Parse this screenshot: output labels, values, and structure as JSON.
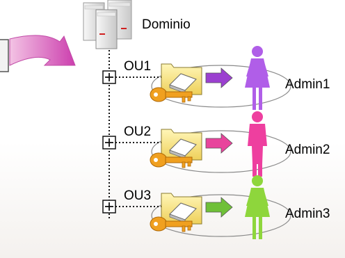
{
  "domain_label": "Dominio",
  "units": [
    {
      "ou": "OU1",
      "admin": "Admin1",
      "arrow_color": "#9b40d0",
      "person_color": "#b05ee8"
    },
    {
      "ou": "OU2",
      "admin": "Admin2",
      "arrow_color": "#e8449c",
      "person_color": "#ee3f9f"
    },
    {
      "ou": "OU3",
      "admin": "Admin3",
      "arrow_color": "#6fc038",
      "person_color": "#8ed63c"
    }
  ],
  "colors": {
    "big_arrow": "#d650b4",
    "folder": "#f6e27a",
    "key": "#f0a020",
    "server": "#d8d8d8"
  }
}
